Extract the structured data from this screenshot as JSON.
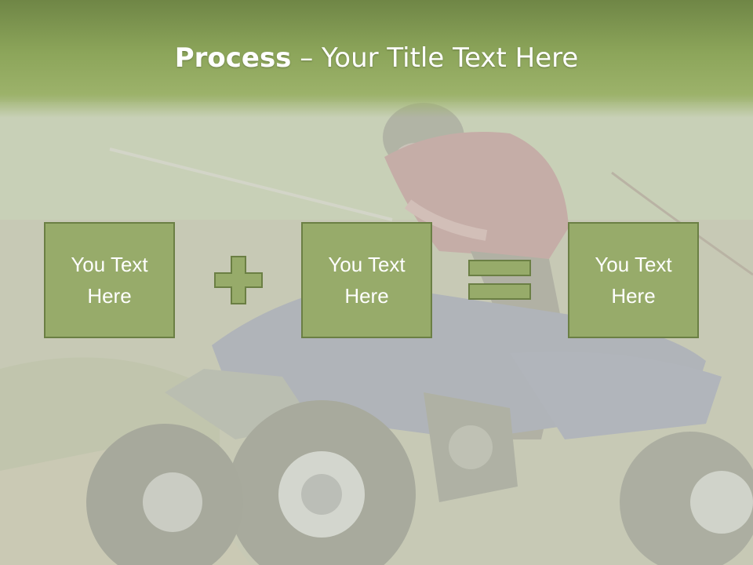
{
  "slide": {
    "title_strong": "Process",
    "title_rest": " – Your Title Text Here"
  },
  "boxes": [
    {
      "line1": "You Text",
      "line2": "Here"
    },
    {
      "line1": "You Text",
      "line2": "Here"
    },
    {
      "line1": "You Text",
      "line2": "Here"
    }
  ],
  "operators": [
    "plus-icon",
    "equals-icon"
  ],
  "colors": {
    "title_band": "#8ca55a",
    "box_fill": "#97ab6a",
    "box_border": "#6b7f44",
    "text": "#ffffff"
  }
}
